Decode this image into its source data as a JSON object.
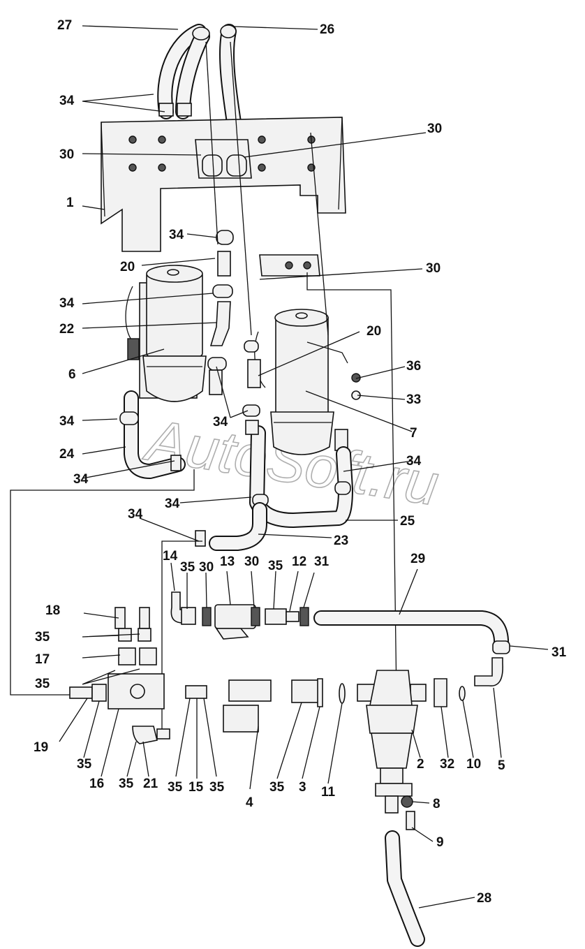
{
  "watermark": "AutoSoft.ru",
  "callouts": {
    "c27": "27",
    "c26": "26",
    "c34_top": "34",
    "c30_top_right": "30",
    "c30_left": "30",
    "c1": "1",
    "c34_a": "34",
    "c20_left": "20",
    "c30_mid": "30",
    "c34_b": "34",
    "c22": "22",
    "c6": "6",
    "c20_right": "20",
    "c36": "36",
    "c33": "33",
    "c34_c": "34",
    "c34_d": "34",
    "c7": "7",
    "c24": "24",
    "c34_e": "34",
    "c34_f": "34",
    "c34_g": "34",
    "c25": "25",
    "c34_h": "34",
    "c23": "23",
    "c14": "14",
    "c35_a": "35",
    "c30_b": "30",
    "c13": "13",
    "c30_c": "30",
    "c35_b": "35",
    "c12": "12",
    "c31_a": "31",
    "c29": "29",
    "c18": "18",
    "c35_c": "35",
    "c31_b": "31",
    "c17": "17",
    "c35_d": "35",
    "c19": "19",
    "c35_e": "35",
    "c16": "16",
    "c35_f": "35",
    "c21": "21",
    "c35_g": "35",
    "c15": "15",
    "c35_h": "35",
    "c4": "4",
    "c35_i": "35",
    "c3": "3",
    "c11": "11",
    "c2": "2",
    "c32": "32",
    "c10": "10",
    "c5": "5",
    "c8": "8",
    "c9": "9",
    "c28": "28"
  }
}
